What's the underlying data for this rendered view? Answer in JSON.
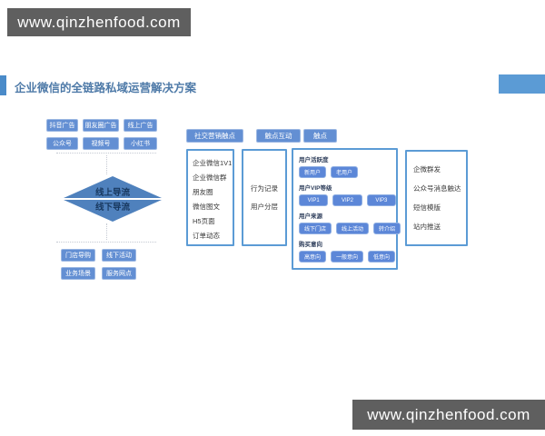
{
  "watermark": {
    "text": "www.qinzhenfood.com"
  },
  "slide": {
    "title": "企业微信的全链路私域运营解决方案"
  },
  "online_channels": [
    "抖音广告",
    "朋友圈广告",
    "线上广告",
    "公众号",
    "视频号",
    "小红书"
  ],
  "diamond": {
    "top": "线上导流",
    "bottom": "线下导流"
  },
  "offline_channels": [
    "门店导购",
    "线下活动",
    "业务场景",
    "服务网点"
  ],
  "flow_headers": [
    "社交营销触点",
    "触点互动",
    "触点"
  ],
  "touchpoint_box": {
    "items": [
      "企业微信1V1",
      "企业微信群",
      "朋友圈",
      "微信图文",
      "H5页面",
      "订单动态"
    ]
  },
  "behavior_box": {
    "items": [
      "行为记录",
      "用户分层"
    ]
  },
  "user_box": {
    "sections": [
      {
        "label": "用户活跃度",
        "tags": [
          "新用户",
          "老用户"
        ]
      },
      {
        "label": "用户VIP等级",
        "tags": [
          "VIP1",
          "VIP2",
          "VIP3"
        ]
      },
      {
        "label": "用户来源",
        "tags": [
          "线下门店",
          "线上活动",
          "转介绍"
        ]
      },
      {
        "label": "购买意向",
        "tags": [
          "高意向",
          "一般意向",
          "低意向"
        ]
      }
    ]
  },
  "reach_box": {
    "items": [
      "企微群发",
      "公众号消息触达",
      "短信模版",
      "站内推送"
    ]
  },
  "colors": {
    "tag_blue": "#638fd3",
    "chip_blue": "#5c87d8",
    "box_border": "#5b9bd5",
    "diamond_blue": "#4f81bd",
    "title_blue": "#4e7aa8",
    "accent_blue": "#5b9bd5",
    "watermark_bar": "#5f5f5f"
  }
}
